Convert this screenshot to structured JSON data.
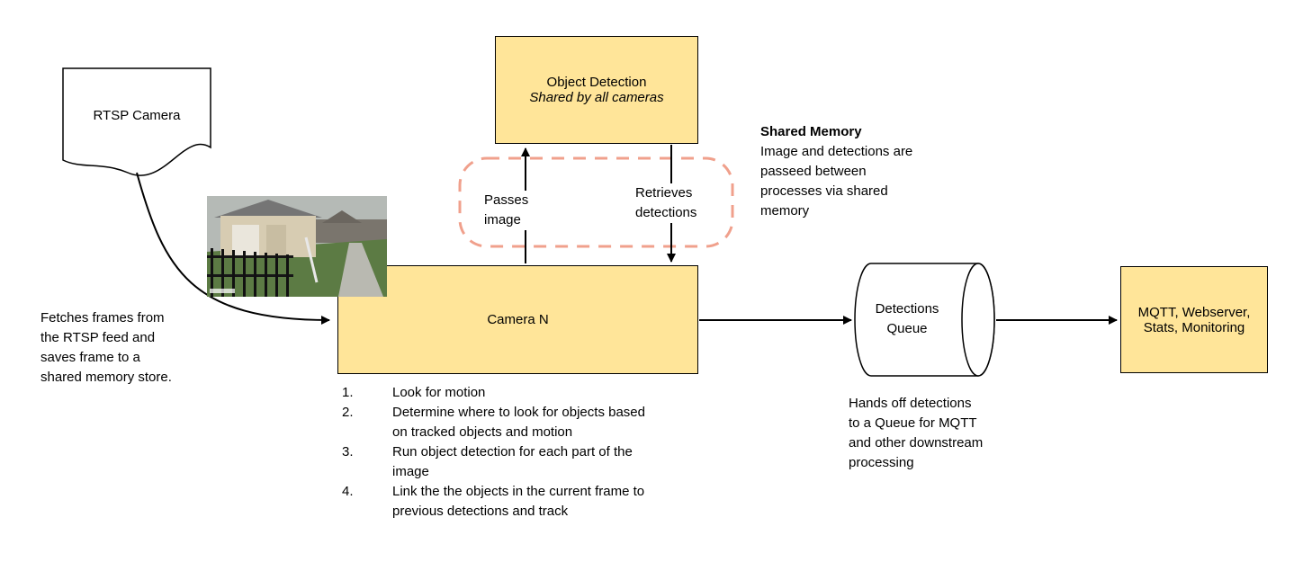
{
  "diagram": {
    "title": "Camera processing pipeline diagram",
    "colors": {
      "node_fill": "#ffe599",
      "node_border": "#000000",
      "shared_memory_region_border": "#f0a08c",
      "arrow": "#000000",
      "background": "#ffffff"
    },
    "nodes": {
      "rtsp_camera": {
        "label": "RTSP Camera",
        "shape": "document"
      },
      "object_detection": {
        "title": "Object Detection",
        "subtitle": "Shared by all cameras",
        "shape": "rect"
      },
      "camera_n": {
        "label": "Camera N",
        "shape": "rect"
      },
      "detections_queue": {
        "label": "Detections Queue",
        "shape": "cylinder"
      },
      "mqtt": {
        "label": "MQTT, Webserver, Stats, Monitoring",
        "shape": "rect"
      },
      "camera_snapshot": {
        "description": "camera-frame-photo"
      }
    },
    "edges": [
      {
        "from": "rtsp_camera",
        "to": "camera_n",
        "label": ""
      },
      {
        "from": "camera_n",
        "to": "object_detection",
        "label": "Passes image"
      },
      {
        "from": "object_detection",
        "to": "camera_n",
        "label": "Retrieves detections"
      },
      {
        "from": "camera_n",
        "to": "detections_queue",
        "label": ""
      },
      {
        "from": "detections_queue",
        "to": "mqtt",
        "label": ""
      }
    ],
    "annotations": {
      "passes_image": "Passes image",
      "retrieves_detections": "Retrieves detections",
      "shared_memory_title": "Shared Memory",
      "shared_memory_body": "Image and detections are passeed between processes via shared memory",
      "fetches": "Fetches frames from the RTSP feed and saves frame to a shared memory store.",
      "hands_off": "Hands off detections to a Queue for MQTT and other downstream processing"
    },
    "camera_steps": [
      "Look for motion",
      "Determine where to look for objects based on tracked objects and motion",
      "Run object detection for each part of the image",
      "Link the the objects in the current frame to previous detections and track"
    ]
  }
}
